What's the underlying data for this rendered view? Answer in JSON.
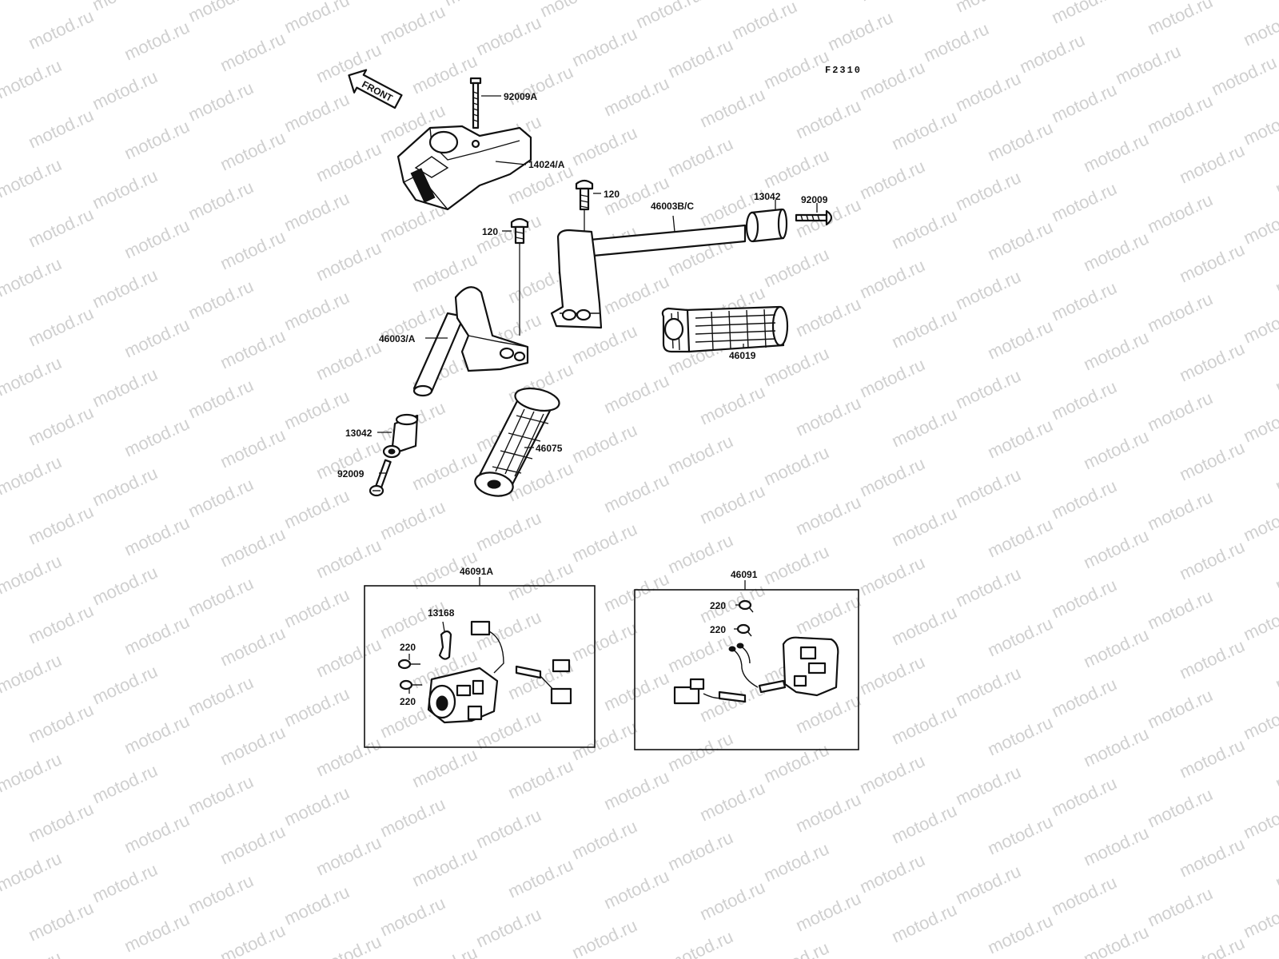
{
  "diagram_code": "F2310",
  "watermark": "motod.ru",
  "front_arrow_label": "FRONT",
  "labels": {
    "p92009A": "92009A",
    "p14024A": "14024/A",
    "p120_right": "120",
    "p46003BC": "46003B/C",
    "p13042_right": "13042",
    "p92009_right": "92009",
    "p120_left": "120",
    "p46003A": "46003/A",
    "p46019": "46019",
    "p13042_left": "13042",
    "p46075": "46075",
    "p92009_left": "92009",
    "p46091A": "46091A",
    "p13168": "13168",
    "p220_a": "220",
    "p220_b": "220",
    "p46091": "46091",
    "p220_c": "220",
    "p220_d": "220"
  },
  "colors": {
    "ink": "#111111",
    "watermark": "#d0d0d0",
    "background": "#ffffff"
  }
}
